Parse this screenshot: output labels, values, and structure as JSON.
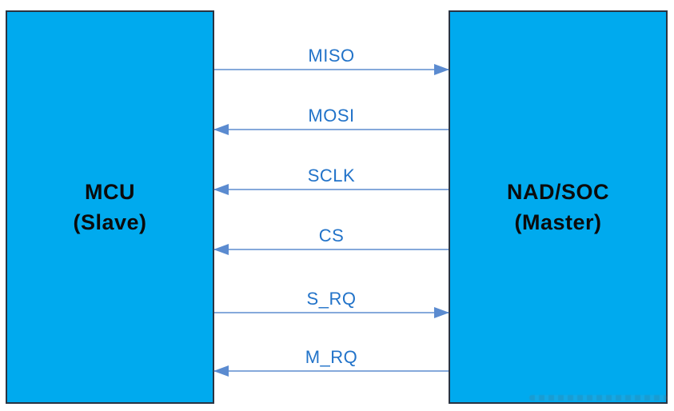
{
  "diagram": {
    "left_box": {
      "name": "MCU",
      "role": "(Slave)"
    },
    "right_box": {
      "name": "NAD/SOC",
      "role": "(Master)"
    },
    "signals": [
      {
        "label": "MISO",
        "direction": "right"
      },
      {
        "label": "MOSI",
        "direction": "left"
      },
      {
        "label": "SCLK",
        "direction": "left"
      },
      {
        "label": "CS",
        "direction": "left"
      },
      {
        "label": "S_RQ",
        "direction": "right"
      },
      {
        "label": "M_RQ",
        "direction": "left"
      }
    ]
  },
  "colors": {
    "box_fill": "#00AAEE",
    "box_border": "#2A3442",
    "label_blue": "#2273C9",
    "line_blue": "#85A9DB",
    "arrow_blue": "#5B8BD0"
  }
}
